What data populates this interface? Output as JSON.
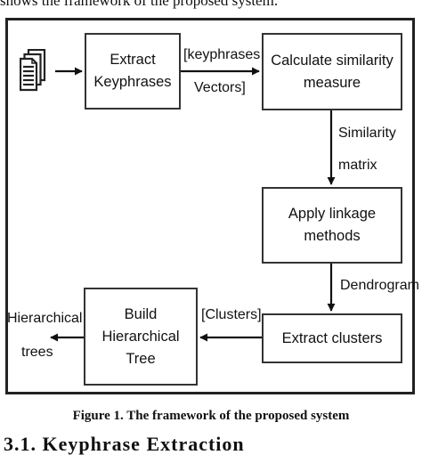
{
  "top_text": "shows the framework of the proposed system.",
  "diagram": {
    "documents_icon": "documents-icon",
    "boxes": {
      "extract_keyphrases": [
        "Extract",
        "Keyphrases"
      ],
      "calculate_similarity": [
        "Calculate similarity",
        "measure"
      ],
      "apply_linkage": [
        "Apply linkage",
        "methods"
      ],
      "extract_clusters": [
        "Extract clusters"
      ],
      "build_tree": [
        "Build",
        "Hierarchical",
        "Tree"
      ]
    },
    "labels": {
      "keyphrases_top": "[keyphrases",
      "keyphrases_bottom": "Vectors]",
      "similarity_top": "Similarity",
      "similarity_bottom": "matrix",
      "dendrogram": "Dendrogram",
      "clusters": "[Clusters]",
      "hierarchical_top": "Hierarchical",
      "hierarchical_bottom": "trees"
    }
  },
  "caption": "Figure 1. The framework of the proposed system",
  "bottom_text": "3.1. Keyphrase Extraction"
}
